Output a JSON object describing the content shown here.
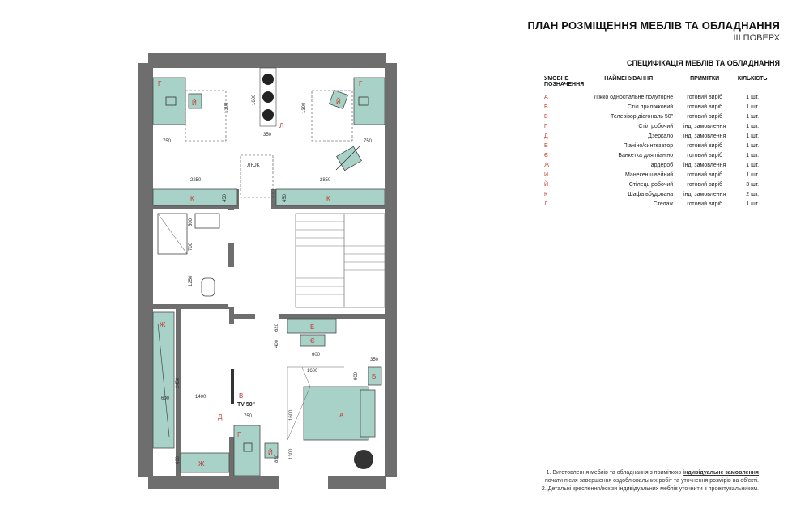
{
  "title": "ПЛАН РОЗМІЩЕННЯ МЕБЛІВ ТА ОБЛАДНАННЯ",
  "subtitle": "III ПОВЕРХ",
  "spec_title": "СПЕЦИФІКАЦІЯ МЕБЛІВ ТА ОБЛАДНАННЯ",
  "table": {
    "headers": {
      "code_line1": "УМОВНЕ",
      "code_line2": "ПОЗНАЧЕННЯ",
      "name": "НАЙМЕНУВАННЯ",
      "note": "ПРИМІТКИ",
      "qty": "КІЛЬКІСТЬ"
    },
    "rows": [
      {
        "code": "А",
        "name": "Ліжко односпальне полуторне",
        "note": "готовий виріб",
        "qty": "1 шт."
      },
      {
        "code": "Б",
        "name": "Стіл приліжковий",
        "note": "готовий виріб",
        "qty": "1 шт."
      },
      {
        "code": "В",
        "name": "Телевізор діагональ 50\"",
        "note": "готовий виріб",
        "qty": "1 шт."
      },
      {
        "code": "Г",
        "name": "Стіл робочий",
        "note": "інд. замовлення",
        "qty": "1 шт."
      },
      {
        "code": "Д",
        "name": "Дзеркало",
        "note": "інд. замовлення",
        "qty": "1 шт."
      },
      {
        "code": "Е",
        "name": "Піаніно/синтезатор",
        "note": "готовий виріб",
        "qty": "1 шт."
      },
      {
        "code": "Є",
        "name": "Банкетка для піаніно",
        "note": "готовий виріб",
        "qty": "1 шт."
      },
      {
        "code": "Ж",
        "name": "Гардероб",
        "note": "інд. замовлення",
        "qty": "1 шт."
      },
      {
        "code": "И",
        "name": "Манекен швейний",
        "note": "готовий виріб",
        "qty": "1 шт."
      },
      {
        "code": "Й",
        "name": "Стілець робочий",
        "note": "готовий виріб",
        "qty": "3 шт."
      },
      {
        "code": "К",
        "name": "Шафа вбудована",
        "note": "інд. замовлення",
        "qty": "2 шт."
      },
      {
        "code": "Л",
        "name": "Стелаж",
        "note": "готовий виріб",
        "qty": "1 шт."
      }
    ]
  },
  "notes": {
    "n1_prefix": "1. Виготовлення меблів та обладнання з приміткою ",
    "n1_bold": "індивідуальне замовлення",
    "n1_line2": "почати після завершення оздоблювальних робіт та уточнення розмірів на об'єкті.",
    "n2": "2. Детальні креслення/ескізи індивідуальних меблів уточнити з проектувальником."
  },
  "plan": {
    "labels": {
      "g": "Г",
      "y": "Й",
      "l": "Л",
      "k": "К",
      "a": "А",
      "b": "Б",
      "v": "В",
      "d": "Д",
      "e": "Е",
      "ye": "Є",
      "zh": "Ж",
      "tv": "TV 50\"",
      "hatch": "ЛЮК"
    },
    "dims": {
      "d750": "750",
      "d1300": "1300",
      "d1600": "1600",
      "d350": "350",
      "d2250": "2250",
      "d2850": "2850",
      "d450": "450",
      "d500": "500",
      "d700": "700",
      "d1250": "1250",
      "d620": "620",
      "d400": "400",
      "d600": "600",
      "d900": "900",
      "d1400": "1400",
      "d2450": "2450",
      "d850": "850"
    },
    "colors": {
      "wall": "#6e6e6e",
      "furniture": "#a8d2c8",
      "furniture_stroke": "#4a4a4a",
      "accent": "#c0392b"
    }
  }
}
